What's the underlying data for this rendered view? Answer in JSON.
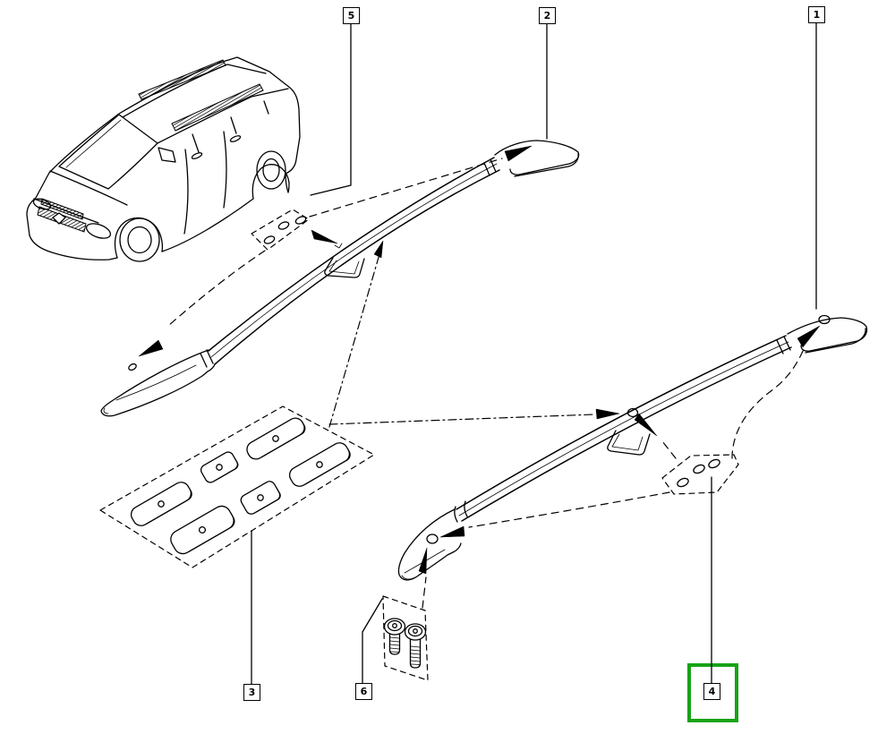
{
  "page": {
    "type": "parts-catalog-exploded-diagram",
    "subject": "roof-rails"
  },
  "colors": {
    "paper": "#ffffff",
    "line": "#000000",
    "highlight_green": "#17a317"
  },
  "highlighted_callout": "4",
  "callouts": [
    {
      "label": "1"
    },
    {
      "label": "2"
    },
    {
      "label": "3"
    },
    {
      "label": "4",
      "highlighted": true
    },
    {
      "label": "5"
    },
    {
      "label": "6"
    }
  ]
}
